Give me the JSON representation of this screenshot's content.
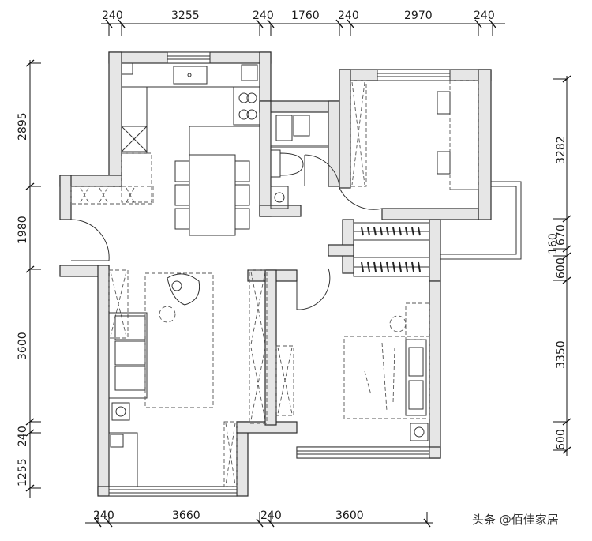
{
  "dimensions": {
    "top": [
      "240",
      "3255",
      "240",
      "1760",
      "240",
      "2970",
      "240"
    ],
    "bottom": [
      "240",
      "3660",
      "240",
      "3600"
    ],
    "left": [
      "2895",
      "1980",
      "3600",
      "240",
      "1255"
    ],
    "right": [
      "3282",
      "670",
      "160",
      "600",
      "3350",
      "600"
    ]
  },
  "watermark": "头条 @佰佳家居"
}
